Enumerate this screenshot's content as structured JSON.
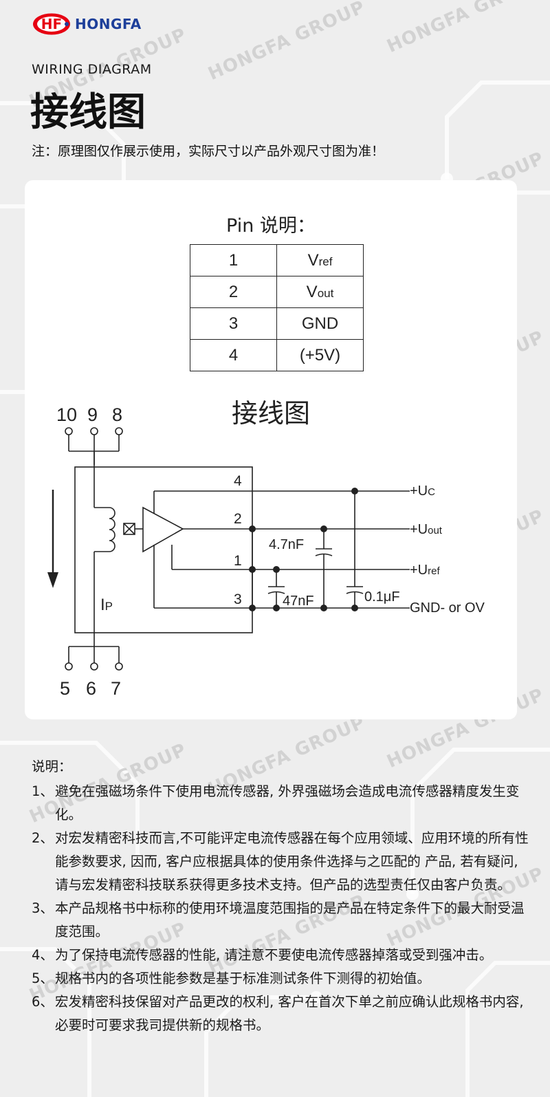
{
  "brand": {
    "name": "HONGFA",
    "mark": "HF",
    "red": "#e60012",
    "blue": "#1d3f9a"
  },
  "header": {
    "subtitle": "WIRING DIAGRAM",
    "title": "接线图",
    "note": "注：原理图仅作展示使用，实际尺寸以产品外观尺寸图为准！"
  },
  "watermark": "HONGFA GROUP",
  "pin_table": {
    "caption": "Pin 说明：",
    "rows": [
      {
        "pin": "1",
        "base": "V",
        "sub": "ref"
      },
      {
        "pin": "2",
        "base": "V",
        "sub": "out"
      },
      {
        "pin": "3",
        "base": "GND",
        "sub": ""
      },
      {
        "pin": "4",
        "base": "(+5V)",
        "sub": ""
      }
    ]
  },
  "diagram": {
    "title": "接线图",
    "top_pins": [
      "10",
      "9",
      "8"
    ],
    "bottom_pins": [
      "5",
      "6",
      "7"
    ],
    "internal_pins": [
      "4",
      "2",
      "1",
      "3"
    ],
    "primary_label": {
      "base": "I",
      "sub": "P"
    },
    "capacitors": [
      "4.7nF",
      "47nF",
      "0.1μF"
    ],
    "outputs": [
      {
        "base": "+U",
        "sub": "C"
      },
      {
        "base": "+U",
        "sub": "out"
      },
      {
        "base": "+U",
        "sub": "ref"
      },
      {
        "base": "GND- or OV",
        "sub": ""
      }
    ]
  },
  "notes": {
    "heading": "说明：",
    "items": [
      {
        "num": "1、",
        "text": "避免在强磁场条件下使用电流传感器, 外界强磁场会造成电流传感器精度发生变化。"
      },
      {
        "num": "2、",
        "text": "对宏发精密科技而言,不可能评定电流传感器在每个应用领域、应用环境的所有性能参数要求, 因而, 客户应根据具体的使用条件选择与之匹配的 产品, 若有疑问, 请与宏发精密科技联系获得更多技术支持。但产品的选型责任仅由客户负责。"
      },
      {
        "num": "3、",
        "text": "本产品规格书中标称的使用环境温度范围指的是产品在特定条件下的最大耐受温度范围。"
      },
      {
        "num": "4、",
        "text": "为了保持电流传感器的性能, 请注意不要使电流传感器掉落或受到强冲击。"
      },
      {
        "num": "5、",
        "text": "规格书内的各项性能参数是基于标准测试条件下测得的初始值。"
      },
      {
        "num": "6、",
        "text": "宏发精密科技保留对产品更改的权利, 客户在首次下单之前应确认此规格书内容, 必要时可要求我司提供新的规格书。"
      }
    ]
  }
}
